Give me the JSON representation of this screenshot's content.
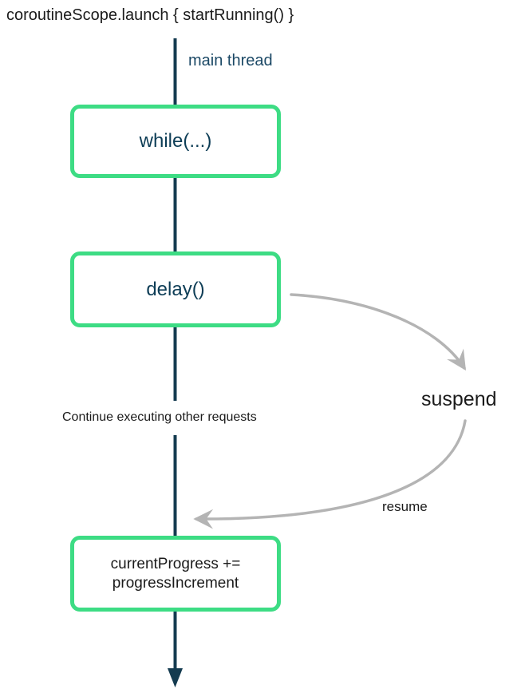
{
  "title": "coroutineScope.launch { startRunning() }",
  "thread": {
    "label": "main thread"
  },
  "boxes": {
    "while": {
      "label": "while(...)"
    },
    "delay": {
      "label": "delay()"
    },
    "progress": {
      "label": "currentProgress += progressIncrement"
    }
  },
  "annotations": {
    "continue": "Continue executing other requests",
    "suspend": "suspend",
    "resume": "resume"
  },
  "colors": {
    "green": "#3ddc84",
    "navy-text": "#0d3d56",
    "thread-line": "#143b50",
    "main-thread-label": "#1c4966",
    "arrow-gray": "#b4b4b4",
    "text-black": "#1b1b1b"
  }
}
